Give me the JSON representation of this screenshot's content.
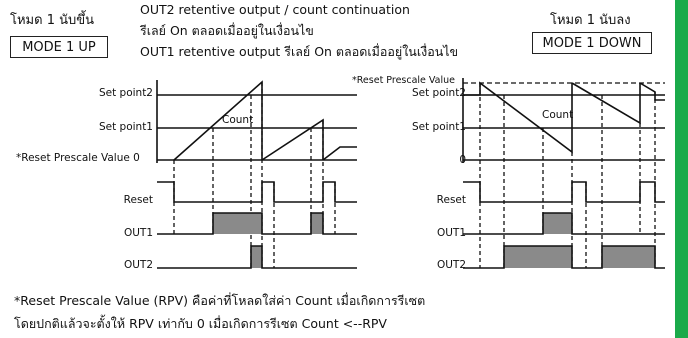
{
  "header": {
    "left_mode_thai": "โหมด 1 นับขึ้น",
    "left_mode_box": "MODE 1 UP",
    "right_mode_thai": "โหมด 1 นับลง",
    "right_mode_box": "MODE 1 DOWN",
    "line1": "OUT2 retentive output /   count   continuation",
    "line2": "รีเลย์ On ตลอดเมื่ออยู่ในเงื่อนไข",
    "line3": "OUT1 retentive output รีเลย์ On ตลอดเมื่ออยู่ในเงื่อนไข"
  },
  "left_diagram": {
    "label_sp2": "Set point2",
    "label_sp1": "Set point1",
    "label_reset_value": "*Reset Prescale Value 0",
    "label_count": "Count",
    "label_reset": "Reset",
    "label_out1": "OUT1",
    "label_out2": "OUT2"
  },
  "right_diagram": {
    "label_reset_value": "*Reset Prescale Value",
    "label_sp2": "Set point2",
    "label_sp1": "Set point1",
    "label_zero": "0",
    "label_count": "Count",
    "label_reset": "Reset",
    "label_out1": "OUT1",
    "label_out2": "OUT2"
  },
  "footnote": {
    "line1": "*Reset Prescale Value (RPV) คือค่าที่โหลดใส่ค่า Count เมื่อเกิดการรีเซต",
    "line2": "โดยปกติแล้วจะตั้งให้ RPV เท่ากับ 0 เมื่อเกิดการรีเซต Count <--RPV"
  },
  "colors": {
    "accent_green": "#1aaa4a",
    "shade": "#8a8a8a",
    "line": "#111111"
  }
}
